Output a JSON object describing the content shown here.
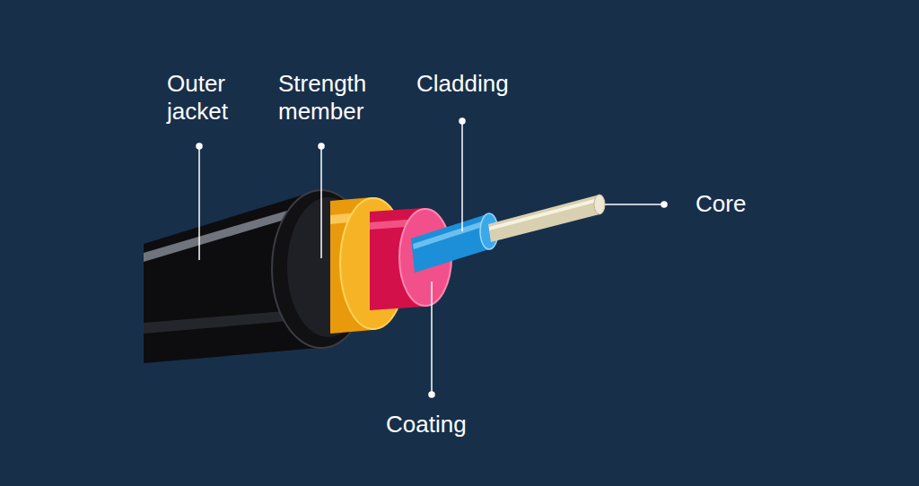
{
  "diagram": {
    "labels": [
      "Outer jacket",
      "Strength member",
      "Cladding",
      "Core",
      "Coating"
    ]
  }
}
